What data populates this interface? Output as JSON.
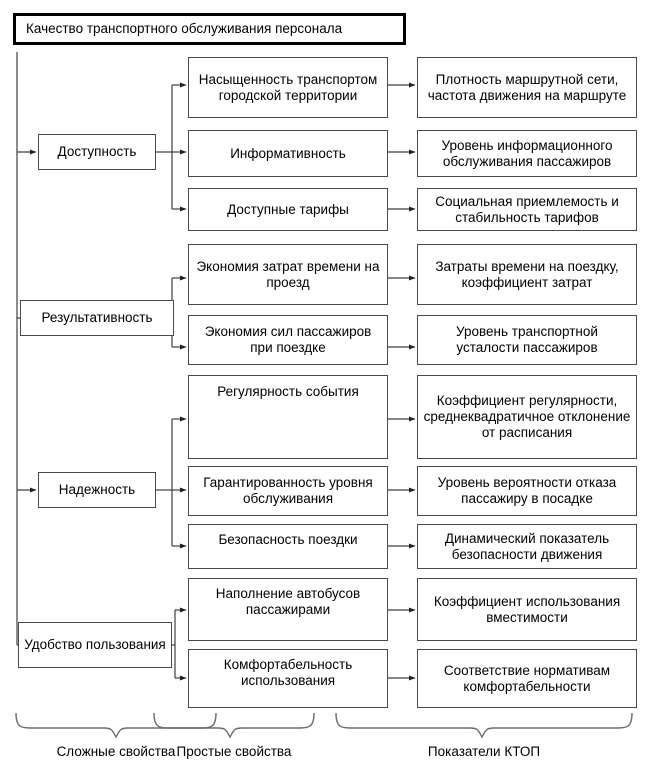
{
  "diagram": {
    "title": "Качество транспортного обслуживания персонала",
    "levels": {
      "complex": "Сложные свойства",
      "simple": "Простые свойства",
      "indicators": "Показатели КТОП"
    },
    "groups": [
      {
        "complex_property": "Доступность",
        "simple_properties": [
          {
            "label": "Насыщенность транспортом городской территории",
            "indicator": "Плотность маршрутной сети, частота движения на маршруте"
          },
          {
            "label": "Информативность",
            "indicator": "Уровень информационного обслуживания пассажиров"
          },
          {
            "label": "Доступные тарифы",
            "indicator": "Социальная приемлемость и стабильность тарифов"
          }
        ]
      },
      {
        "complex_property": "Результативность",
        "simple_properties": [
          {
            "label": "Экономия затрат времени на проезд",
            "indicator": "Затраты времени на поездку, коэффициент затрат"
          },
          {
            "label": "Экономия сил пассажиров при поездке",
            "indicator": "Уровень транспортной усталости пассажиров"
          }
        ]
      },
      {
        "complex_property": "Надежность",
        "simple_properties": [
          {
            "label": "Регулярность события",
            "indicator": "Коэффициент регулярности, среднеквадратичное отклонение от расписания"
          },
          {
            "label": "Гарантированность уровня обслуживания",
            "indicator": "Уровень вероятности отказа пассажиру в посадке"
          },
          {
            "label": "Безопасность поездки",
            "indicator": "Динамический показатель безопасности движения"
          }
        ]
      },
      {
        "complex_property": "Удобство пользования",
        "simple_properties": [
          {
            "label": "Наполнение автобусов пассажирами",
            "indicator": "Коэффициент использования вместимости"
          },
          {
            "label": "Комфортабельность использования",
            "indicator": "Соответствие нормативам комфортабельности"
          }
        ]
      }
    ]
  },
  "colors": {
    "box_border": "#4a4a4a",
    "root_border": "#000000",
    "line": "#3f3f3f",
    "background": "#ffffff"
  }
}
